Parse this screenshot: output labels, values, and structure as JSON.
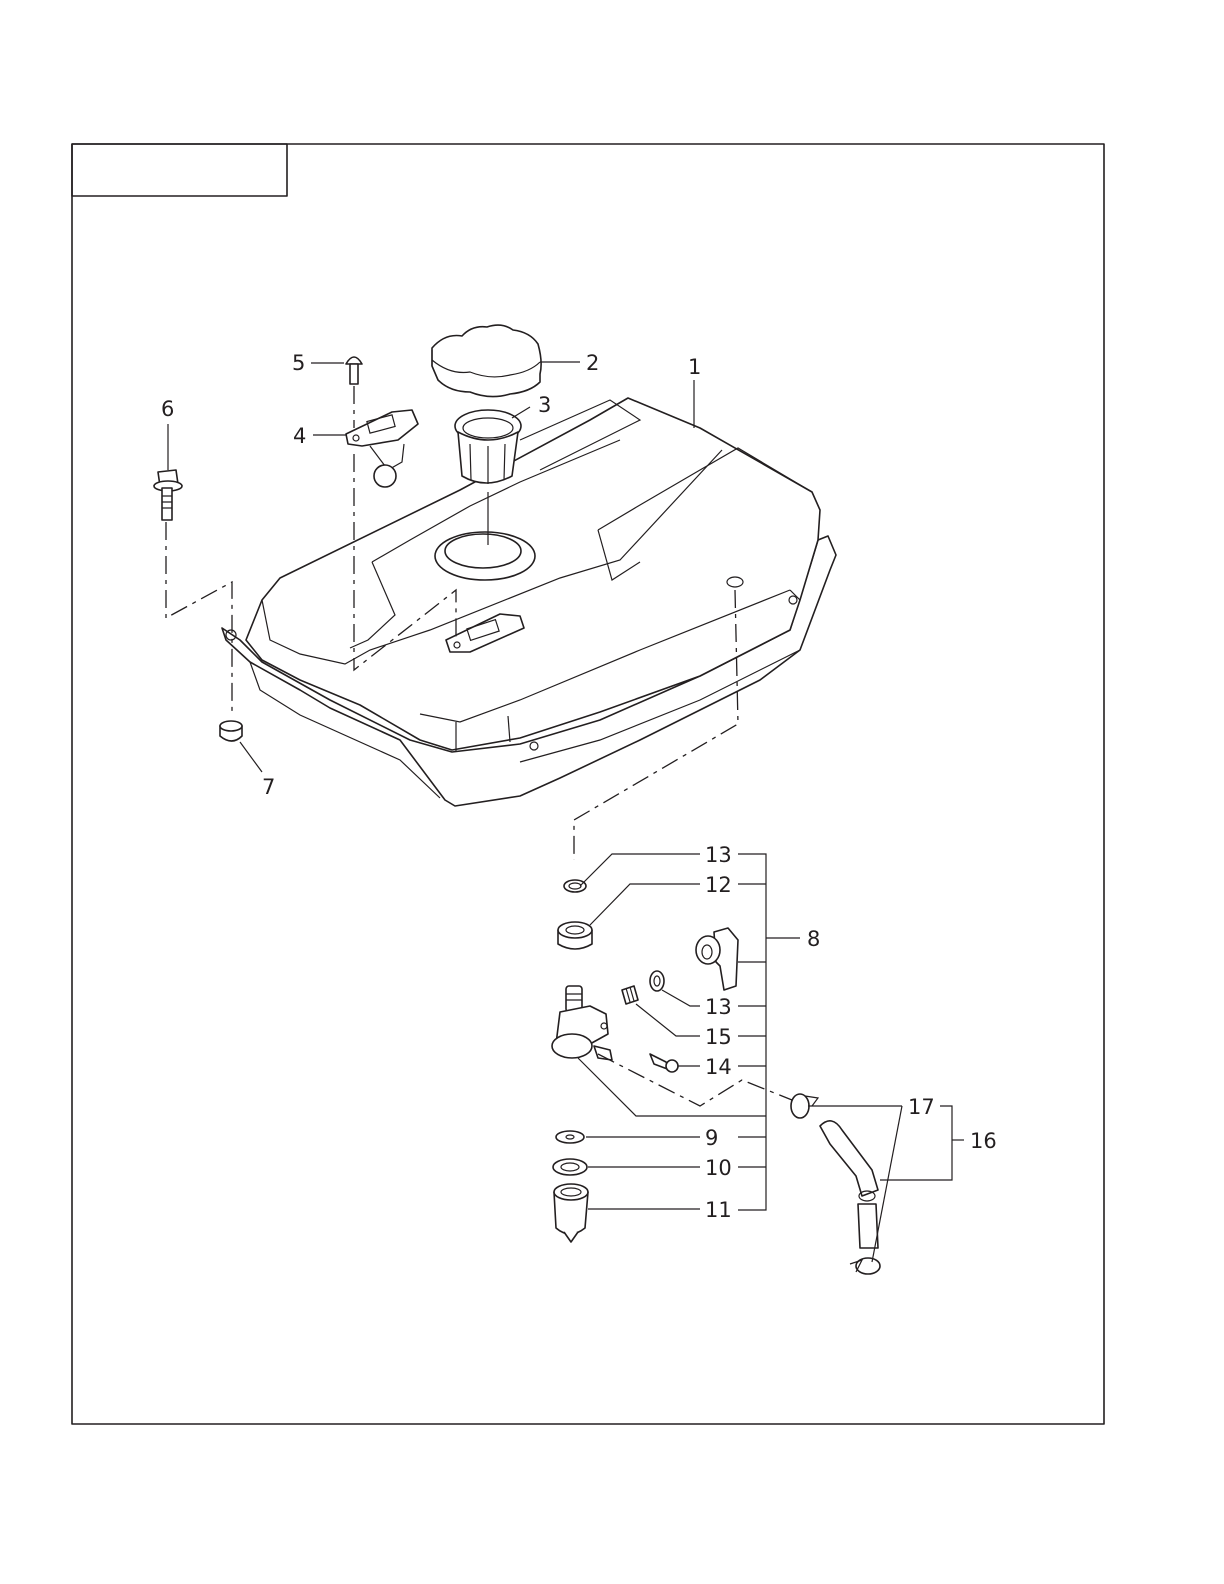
{
  "title_box": {
    "text": ""
  },
  "callouts": [
    {
      "id": "callout-1",
      "text": "1"
    },
    {
      "id": "callout-2",
      "text": "2"
    },
    {
      "id": "callout-3",
      "text": "3"
    },
    {
      "id": "callout-4",
      "text": "4"
    },
    {
      "id": "callout-5",
      "text": "5"
    },
    {
      "id": "callout-6",
      "text": "6"
    },
    {
      "id": "callout-7",
      "text": "7"
    },
    {
      "id": "callout-8",
      "text": "8"
    },
    {
      "id": "callout-9",
      "text": "9"
    },
    {
      "id": "callout-10",
      "text": "10"
    },
    {
      "id": "callout-11",
      "text": "11"
    },
    {
      "id": "callout-12",
      "text": "12"
    },
    {
      "id": "callout-13a",
      "text": "13"
    },
    {
      "id": "callout-13b",
      "text": "13"
    },
    {
      "id": "callout-14",
      "text": "14"
    },
    {
      "id": "callout-15",
      "text": "15"
    },
    {
      "id": "callout-16",
      "text": "16"
    },
    {
      "id": "callout-17",
      "text": "17"
    }
  ]
}
